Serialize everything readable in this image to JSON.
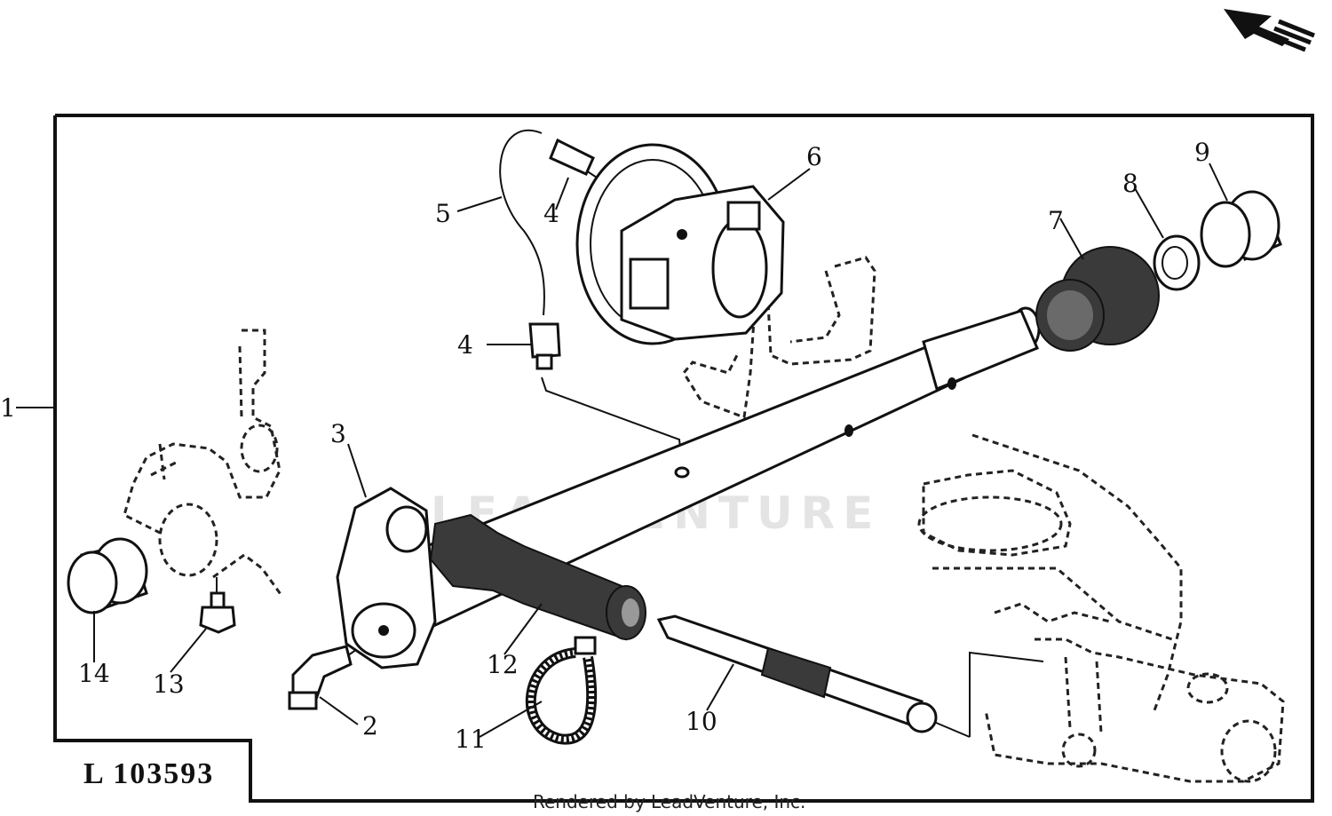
{
  "diagram": {
    "reference_number": "L 103593",
    "watermark": "LEADVENTURE",
    "footer": "Rendered by LeadVenture, Inc.",
    "direction_arrow_icon": "direction-arrow-icon",
    "callouts": {
      "c1": "1",
      "c2": "2",
      "c3": "3",
      "c4a": "4",
      "c4b": "4",
      "c5": "5",
      "c6": "6",
      "c7": "7",
      "c8": "8",
      "c9": "9",
      "c10": "10",
      "c11": "11",
      "c12": "12",
      "c13": "13",
      "c14": "14"
    }
  }
}
